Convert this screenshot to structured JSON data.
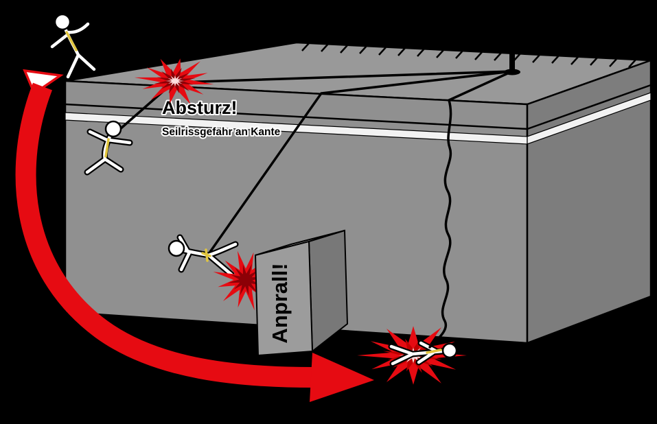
{
  "scene": {
    "background": "#000000",
    "labels": {
      "fall": "Absturz!",
      "rope_edge_risk": "Seilrissgefahr an Kante",
      "impact": "Anprall!"
    },
    "colors": {
      "danger_red": "#e60b12",
      "star_dark": "#8c0006",
      "star_core": "#ffdede",
      "star_mid_red": "#c00000",
      "roof_top": "#999999",
      "wall_front": "#909090",
      "wall_side": "#7d7d7d",
      "stripe_white": "#f2f2f2",
      "obstacle_front": "#9c9c9c",
      "obstacle_top": "#b8b8b8",
      "obstacle_side": "#787878",
      "figure_white": "#ffffff",
      "harness_yellow": "#e2c63e",
      "line_black": "#000000"
    }
  }
}
